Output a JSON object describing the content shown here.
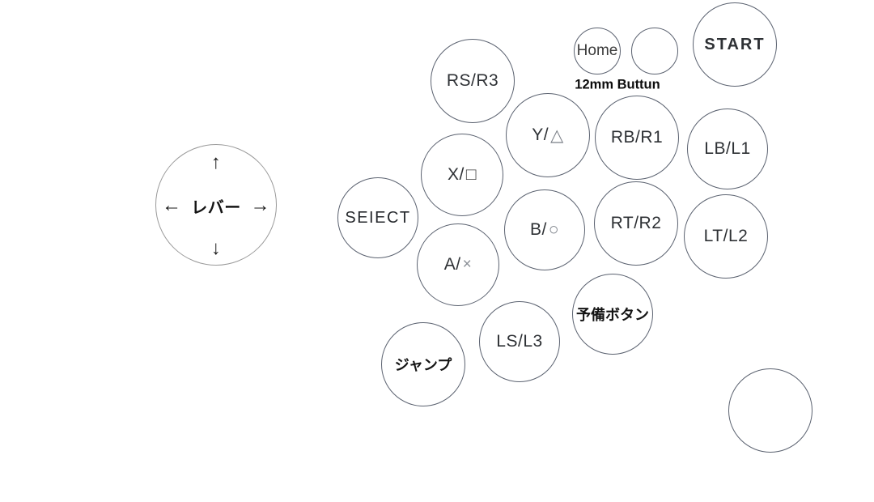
{
  "diagram": {
    "description": "arcade-stick-button-layout",
    "annotation_12mm": "12mm Buttun",
    "lever": {
      "label": "レバー",
      "arrow_up": "↑",
      "arrow_down": "↓",
      "arrow_left": "←",
      "arrow_right": "→"
    },
    "buttons": {
      "rs_r3": {
        "label": "RS/R3"
      },
      "home": {
        "label": "Home"
      },
      "blank_top": {
        "label": ""
      },
      "start": {
        "label": "START"
      },
      "y": {
        "prefix": "Y/",
        "symbol": "△"
      },
      "rb_r1": {
        "label": "RB/R1"
      },
      "lb_l1": {
        "label": "LB/L1"
      },
      "x": {
        "prefix": "X/",
        "symbol": "□"
      },
      "seiect": {
        "label": "SEIECT"
      },
      "b": {
        "prefix": "B/",
        "symbol": "○"
      },
      "rt_r2": {
        "label": "RT/R2"
      },
      "lt_l2": {
        "label": "LT/L2"
      },
      "a": {
        "prefix": "A/",
        "symbol": "×"
      },
      "spare": {
        "label": "予備ボタン"
      },
      "ls_l3": {
        "label": "LS/L3"
      },
      "jump": {
        "label": "ジャンプ"
      },
      "blank_bottom": {
        "label": ""
      }
    },
    "colors": {
      "background": "#ffffff",
      "circle_stroke": "#5b6270",
      "lever_stroke": "#9a9a9a",
      "label_text": "#2e3135",
      "jp_label_text": "#141414",
      "muted_symbol": "#7a7f87",
      "annotation_text": "#0d0d0d"
    }
  }
}
